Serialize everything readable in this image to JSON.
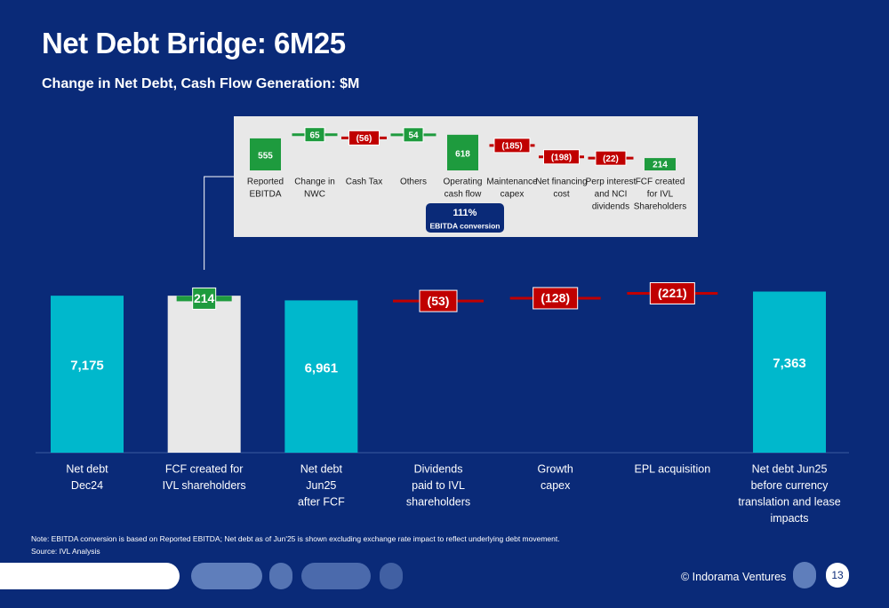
{
  "slide": {
    "title": "Net Debt Bridge: 6M25",
    "subtitle": "Change in Net Debt, Cash Flow Generation: $M",
    "note": "Note: EBITDA conversion is based on Reported EBITDA; Net debt as of Jun'25 is shown excluding exchange rate impact to reflect underlying debt movement.",
    "source": "Source: IVL Analysis",
    "footer": "© Indorama Ventures",
    "page": "13"
  },
  "colors": {
    "background": "#0a2a78",
    "total_bar": "#00b8cc",
    "highlight_bar": "#e8e8e8",
    "increase": "#1e9b3e",
    "decrease": "#c00000",
    "inset_panel": "#e8e8e8",
    "badge": "#0a2a78"
  },
  "chart_data": [
    {
      "type": "bar",
      "chart": "waterfall",
      "categories": [
        "Net debt\nDec24",
        "FCF created for\nIVL shareholders",
        "Net debt\nJun25\nafter FCF",
        "Dividends\npaid to IVL\nshareholders",
        "Growth\ncapex",
        "EPL acquisition",
        "Net debt Jun25\nbefore currency\ntranslation and lease\nimpacts"
      ],
      "values": [
        7175,
        214,
        6961,
        53,
        128,
        221,
        7363
      ],
      "labels": [
        "7,175",
        "214",
        "6,961",
        "(53)",
        "(128)",
        "(221)",
        "7,363"
      ],
      "kinds": [
        "total",
        "reduction",
        "total",
        "increase",
        "increase",
        "increase",
        "total"
      ]
    },
    {
      "type": "bar",
      "chart": "waterfall",
      "categories": [
        "Reported\nEBITDA",
        "Change in\nNWC",
        "Cash Tax",
        "Others",
        "Operating\ncash flow",
        "Maintenance\ncapex",
        "Net financing\ncost",
        "Perp interest\nand NCI\ndividends",
        "FCF created\nfor IVL\nShareholders"
      ],
      "values": [
        555,
        65,
        -56,
        54,
        618,
        -185,
        -198,
        -22,
        214
      ],
      "labels": [
        "555",
        "65",
        "(56)",
        "54",
        "618",
        "(185)",
        "(198)",
        "(22)",
        "214"
      ],
      "kinds": [
        "total",
        "delta",
        "delta",
        "delta",
        "total",
        "delta",
        "delta",
        "delta",
        "total"
      ],
      "badge": {
        "value": "111%",
        "label": "EBITDA conversion"
      }
    }
  ]
}
